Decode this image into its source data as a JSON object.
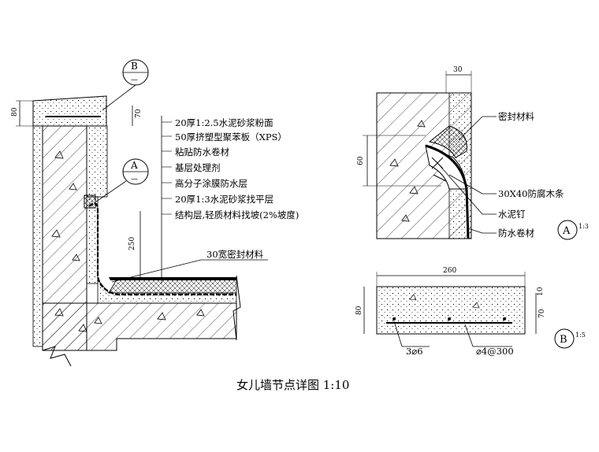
{
  "main_detail": {
    "layers": [
      "20厚1:2.5水泥砂浆粉面",
      "50厚挤塑型聚苯板（XPS）",
      "粘贴防水卷材",
      "基层处理剂",
      "高分子涂膜防水层",
      "20厚1:3水泥砂浆找平层",
      "结构层,轻质材料找坡(2%坡度)"
    ],
    "seal_label": "30宽密封材料",
    "dims": {
      "coping_height": "80",
      "coping_inner": "70",
      "upstand": "250"
    },
    "callout_b": {
      "letter": "B",
      "sheet": "—"
    },
    "callout_a": {
      "letter": "A",
      "sheet": "—"
    }
  },
  "detail_a": {
    "labels": [
      "密封材料",
      "30X40防腐木条",
      "水泥钉",
      "防水卷材"
    ],
    "dims": {
      "top": "30",
      "left": "60"
    },
    "tag": {
      "letter": "A",
      "scale": "1:3"
    }
  },
  "detail_b": {
    "dims": {
      "width": "260",
      "height": "80",
      "inner": "70",
      "top_gap": "10"
    },
    "labels": [
      "3⌀6",
      "⌀4@300"
    ],
    "tag": {
      "letter": "B",
      "scale": "1:5"
    }
  },
  "title": "女儿墙节点详图 1:10"
}
